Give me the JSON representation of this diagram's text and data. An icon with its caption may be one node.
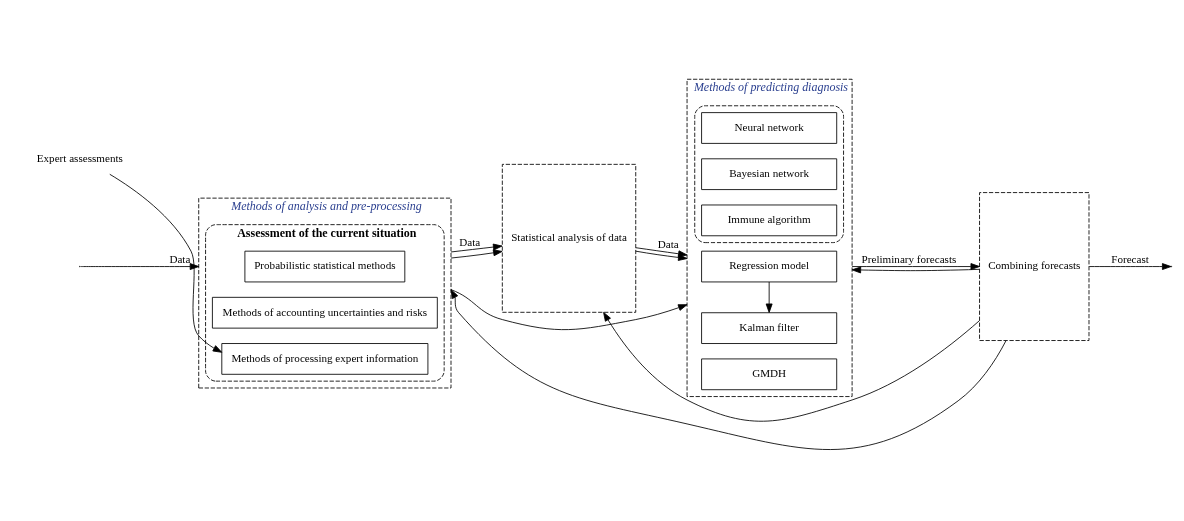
{
  "diagram": {
    "nodes": [
      {
        "text": [
          "Methods of analysis and pre-processing"
        ]
      },
      {
        "text": [
          "Assessment of the current situation"
        ],
        "in": 0
      },
      {
        "text": [
          "Probabilistic statistical methods"
        ],
        "in": 1
      },
      {
        "text": [
          "Methods of accounting uncertainties and risks"
        ],
        "in": 1
      },
      {
        "text": [
          "Methods of processing expert information"
        ],
        "in": 1
      },
      {
        "text": [
          "Expert assessments"
        ]
      },
      {
        "text": [
          "Statistical analysis of data"
        ]
      },
      {
        "text": [
          "Methods of predicting diagnosis"
        ]
      },
      {
        "text": [
          "Regression model"
        ],
        "in": 7
      },
      {
        "text": [
          "Kalman filter"
        ],
        "in": 7
      },
      {
        "text": [
          "GMDH"
        ],
        "in": 7
      },
      {
        "text": [],
        "shape": "box",
        "in": 7
      },
      {
        "text": [
          "Neural network"
        ],
        "in": 11
      },
      {
        "text": [
          "Bayesian network"
        ],
        "in": 11
      },
      {
        "text": [
          "Immune algorithm"
        ],
        "in": 11
      },
      {
        "text": [
          "Combining forecasts"
        ]
      }
    ],
    "edges": [
      {
        "from": null,
        "to": 0,
        "arrow": "to",
        "label": "Data"
      },
      {
        "from": 5,
        "to": 4,
        "arrow": "to"
      },
      {
        "from": 0,
        "to": 6,
        "arrow": "to",
        "label": "Data"
      },
      {
        "from": 0,
        "to": 6,
        "arrow": "to"
      },
      {
        "from": 6,
        "to": 7,
        "arrow": "to",
        "label": "Data"
      },
      {
        "from": 6,
        "to": 7,
        "arrow": "to"
      },
      {
        "from": 8,
        "to": 9,
        "arrow": "to"
      },
      {
        "from": 7,
        "to": 15,
        "arrow": "to",
        "label": "Preliminary forecasts"
      },
      {
        "from": 15,
        "to": null,
        "arrow": "to",
        "label": "Forecast"
      },
      {
        "from": 15,
        "to": 0,
        "arrow": "to"
      },
      {
        "from": 15,
        "to": 6,
        "arrow": "to"
      },
      {
        "from": 15,
        "to": 7,
        "arrow": "to"
      },
      {
        "from": 0,
        "to": 7,
        "arrow": "to"
      }
    ]
  }
}
